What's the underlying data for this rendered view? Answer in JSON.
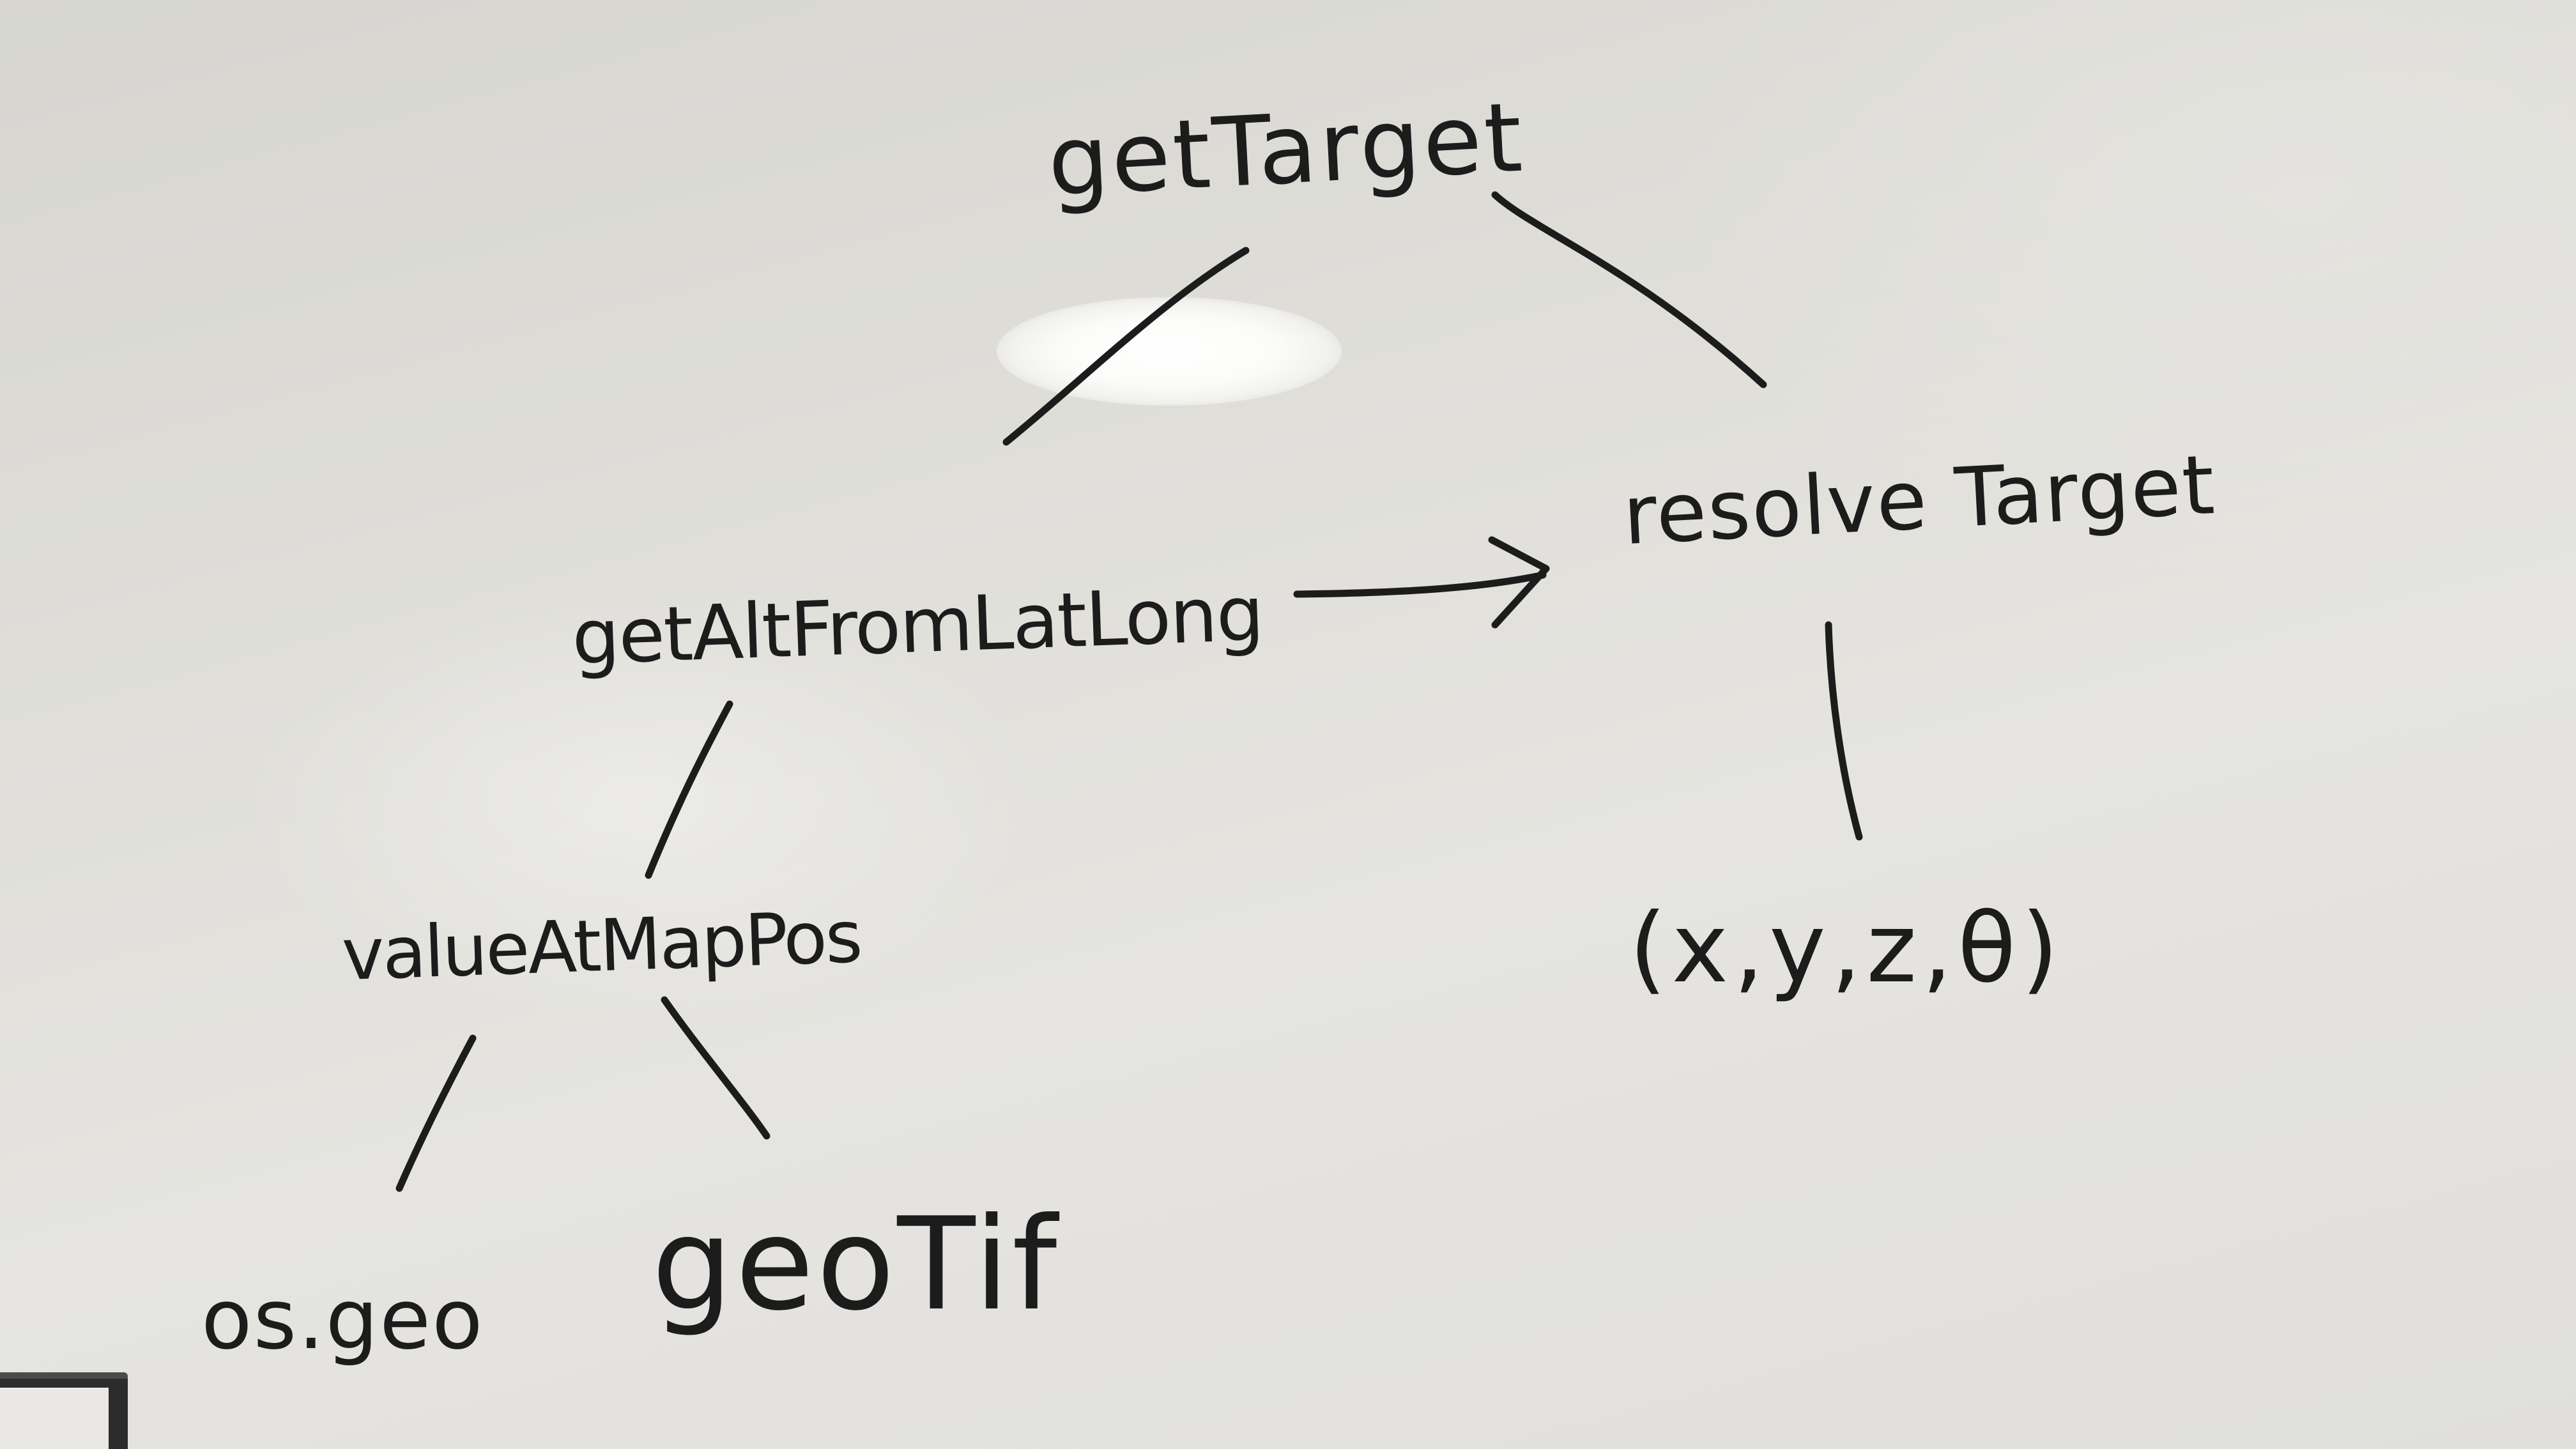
{
  "diagram": {
    "nodes": {
      "get_target": "getTarget",
      "get_alt_from_lat_long": "getAltFromLatLong",
      "resolve_target": "resolve Target",
      "output_tuple": "(x,y,z,θ)",
      "value_at_map_pos": "valueAtMapPos",
      "os_geo": "os.geo",
      "geo_tif": "geoTif"
    },
    "edges": [
      {
        "from": "getTarget",
        "to": "getAltFromLatLong",
        "type": "line"
      },
      {
        "from": "getTarget",
        "to": "resolve Target",
        "type": "line"
      },
      {
        "from": "getAltFromLatLong",
        "to": "resolve Target",
        "type": "arrow"
      },
      {
        "from": "resolve Target",
        "to": "(x,y,z,θ)",
        "type": "line"
      },
      {
        "from": "getAltFromLatLong",
        "to": "valueAtMapPos",
        "type": "line"
      },
      {
        "from": "valueAtMapPos",
        "to": "os.geo",
        "type": "line"
      },
      {
        "from": "valueAtMapPos",
        "to": "geoTif",
        "type": "line"
      }
    ],
    "ink_color": "#1c1c1c",
    "board_color": "#dfded9"
  }
}
